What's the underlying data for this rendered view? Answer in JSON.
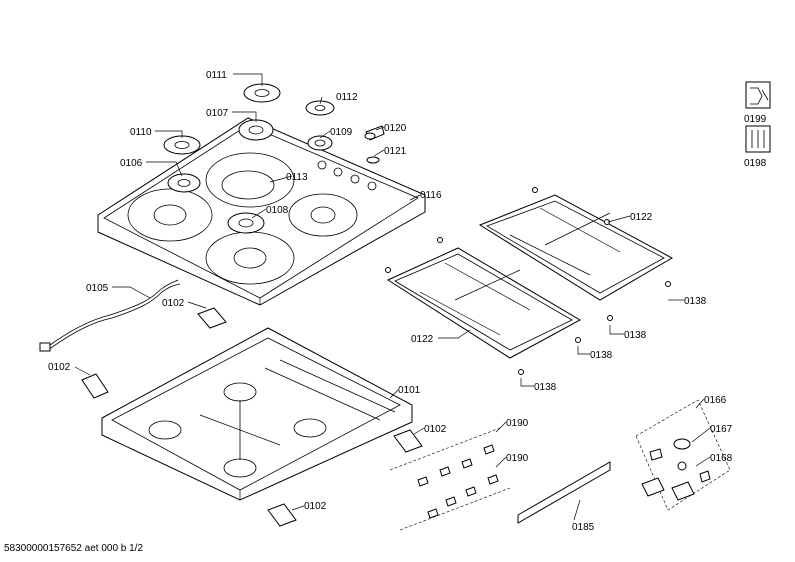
{
  "labels": {
    "p0111": "0111",
    "p0112": "0112",
    "p0107": "0107",
    "p0110": "0110",
    "p0109": "0109",
    "p0120": "0120",
    "p0121": "0121",
    "p0106": "0106",
    "p0113": "0113",
    "p0108": "0108",
    "p0116": "0116",
    "p0122a": "0122",
    "p0122b": "0122",
    "p0138a": "0138",
    "p0138b": "0138",
    "p0138c": "0138",
    "p0138d": "0138",
    "p0105": "0105",
    "p0102a": "0102",
    "p0102b": "0102",
    "p0102c": "0102",
    "p0102d": "0102",
    "p0101": "0101",
    "p0190a": "0190",
    "p0190b": "0190",
    "p0185": "0185",
    "p0166": "0166",
    "p0167": "0167",
    "p0168": "0168",
    "p0199": "0199",
    "p0198": "0198"
  },
  "footer": "58300000157652 aet 000 b 1/2",
  "icons": [
    "manual-icon",
    "tools-icon"
  ]
}
